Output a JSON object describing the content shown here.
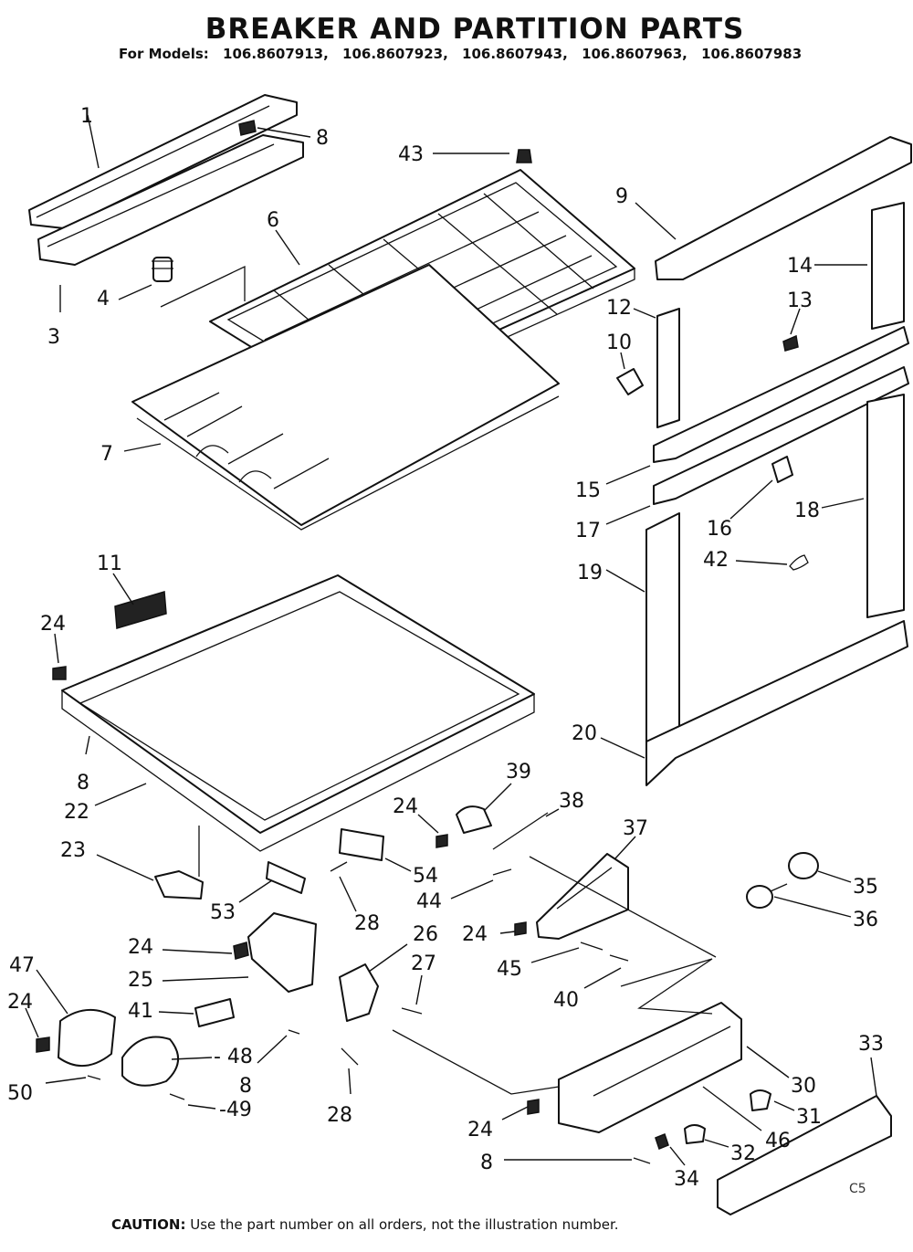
{
  "title": "BREAKER AND PARTITION PARTS",
  "models": {
    "prefix": "For Models:",
    "list": [
      "106.8607913,",
      "106.8607923,",
      "106.8607943,",
      "106.8607963,",
      "106.8607983"
    ]
  },
  "caution": {
    "label": "CAUTION:",
    "text": "Use the part number on all orders, not the illustration number."
  },
  "corner_mark": "C5",
  "callouts": [
    {
      "id": "1",
      "text": "1"
    },
    {
      "id": "8a",
      "text": "8"
    },
    {
      "id": "3",
      "text": "3"
    },
    {
      "id": "4",
      "text": "4"
    },
    {
      "id": "6",
      "text": "6"
    },
    {
      "id": "7",
      "text": "7"
    },
    {
      "id": "43",
      "text": "43"
    },
    {
      "id": "9",
      "text": "9"
    },
    {
      "id": "14",
      "text": "14"
    },
    {
      "id": "13",
      "text": "13"
    },
    {
      "id": "12",
      "text": "12"
    },
    {
      "id": "10",
      "text": "10"
    },
    {
      "id": "15",
      "text": "15"
    },
    {
      "id": "17",
      "text": "17"
    },
    {
      "id": "16",
      "text": "16"
    },
    {
      "id": "18",
      "text": "18"
    },
    {
      "id": "42",
      "text": "42"
    },
    {
      "id": "19",
      "text": "19"
    },
    {
      "id": "20",
      "text": "20"
    },
    {
      "id": "11",
      "text": "11"
    },
    {
      "id": "24a",
      "text": "24"
    },
    {
      "id": "8b",
      "text": "8"
    },
    {
      "id": "22",
      "text": "22"
    },
    {
      "id": "23",
      "text": "23"
    },
    {
      "id": "53",
      "text": "53"
    },
    {
      "id": "28a",
      "text": "28"
    },
    {
      "id": "54",
      "text": "54"
    },
    {
      "id": "24b",
      "text": "24"
    },
    {
      "id": "39",
      "text": "39"
    },
    {
      "id": "38",
      "text": "38"
    },
    {
      "id": "37",
      "text": "37"
    },
    {
      "id": "44",
      "text": "44"
    },
    {
      "id": "24c",
      "text": "24"
    },
    {
      "id": "35",
      "text": "35"
    },
    {
      "id": "36",
      "text": "36"
    },
    {
      "id": "45",
      "text": "45"
    },
    {
      "id": "40",
      "text": "40"
    },
    {
      "id": "24d",
      "text": "24"
    },
    {
      "id": "25",
      "text": "25"
    },
    {
      "id": "41",
      "text": "41"
    },
    {
      "id": "26",
      "text": "26"
    },
    {
      "id": "27",
      "text": "27"
    },
    {
      "id": "47",
      "text": "47"
    },
    {
      "id": "24e",
      "text": "24"
    },
    {
      "id": "48",
      "text": "- 48"
    },
    {
      "id": "8c",
      "text": "8"
    },
    {
      "id": "50",
      "text": "50"
    },
    {
      "id": "49",
      "text": "-49"
    },
    {
      "id": "28b",
      "text": "28"
    },
    {
      "id": "33",
      "text": "33"
    },
    {
      "id": "30",
      "text": "30"
    },
    {
      "id": "31",
      "text": "31"
    },
    {
      "id": "46",
      "text": "46"
    },
    {
      "id": "32",
      "text": "32"
    },
    {
      "id": "24f",
      "text": "24"
    },
    {
      "id": "34",
      "text": "34"
    },
    {
      "id": "8d",
      "text": "8"
    }
  ]
}
